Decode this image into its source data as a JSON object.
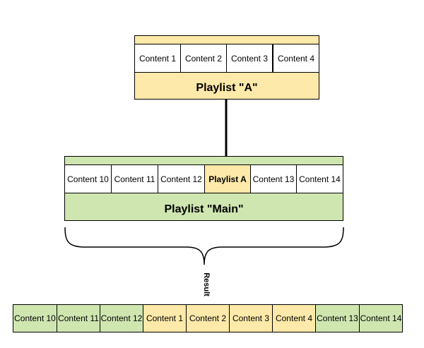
{
  "colors": {
    "yellow": "#fde9a9",
    "green": "#cfe6b0",
    "line": "#000000"
  },
  "playlist_a": {
    "items": [
      "Content 1",
      "Content 2",
      "Content 3",
      "Content 4"
    ],
    "title": "Playlist \"A\""
  },
  "playlist_main": {
    "items": [
      "Content 10",
      "Content 11",
      "Content 12",
      "Playlist A",
      "Content 13",
      "Content 14"
    ],
    "title": "Playlist \"Main\""
  },
  "result_label": "Result",
  "result": [
    "Content 10",
    "Content 11",
    "Content 12",
    "Content 1",
    "Content 2",
    "Content 3",
    "Content 4",
    "Content 13",
    "Content 14"
  ]
}
